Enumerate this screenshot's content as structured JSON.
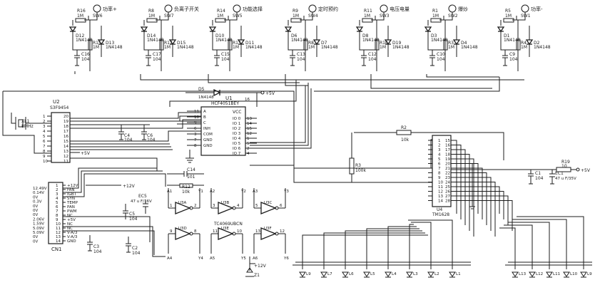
{
  "switches": [
    {
      "id": "SW6",
      "label": "功率+",
      "r": "R16",
      "rv": "1M",
      "d": "D12",
      "dv": "1N4148",
      "d2": "D13",
      "r2": "R15",
      "r2v": "1M",
      "c": "C16",
      "cv": "104"
    },
    {
      "id": "SW7",
      "label": "负离子开关",
      "r": "R8",
      "rv": "1M",
      "d": "D14",
      "dv": "1N4148",
      "d2": "D15",
      "r2": "R17",
      "r2v": "1M",
      "c": "C17",
      "cv": "104"
    },
    {
      "id": "SW5",
      "label": "功能选择",
      "r": "R14",
      "rv": "1M",
      "d": "D10",
      "dv": "1N4148",
      "d2": "D11",
      "r2": "R13",
      "r2v": "1M",
      "c": "C15",
      "cv": "104"
    },
    {
      "id": "SW4",
      "label": "定时预约",
      "r": "R9",
      "rv": "1M",
      "d": "D6",
      "dv": "1N4148",
      "d2": "D7",
      "r2": "R8",
      "r2v": "1M",
      "c": "C13",
      "cv": "104"
    },
    {
      "id": "SW3",
      "label": "电压电量",
      "r": "R11",
      "rv": "1M",
      "d": "D8",
      "dv": "1N4148",
      "d2": "D19",
      "r2": "R10",
      "r2v": "1M",
      "c": "C12",
      "cv": "104"
    },
    {
      "id": "SW2",
      "label": "爆炒",
      "r": "R1",
      "rv": "1M",
      "d": "D3",
      "dv": "1N4148",
      "d2": "D4",
      "r2": "R3",
      "r2v": "1M",
      "c": "C10",
      "cv": "104"
    },
    {
      "id": "SW1",
      "label": "功率-",
      "r": "R5",
      "rv": "1M",
      "d": "D1",
      "dv": "1N4148",
      "d2": "D2",
      "r2": "R4",
      "r2v": "1M",
      "c": "C9",
      "cv": "104"
    }
  ],
  "u1": {
    "ref": "U1",
    "part": "HCF4051BEY",
    "left_pins": [
      "A",
      "B",
      "C",
      "INH",
      "COM",
      "GND",
      "GND"
    ],
    "left_nums": [
      "11",
      "10",
      "9",
      "6",
      "3",
      "7",
      "8"
    ],
    "right_pins": [
      "IO 0",
      "IO 1",
      "IO 2",
      "IO 3",
      "IO 4",
      "IO 5",
      "IO 6",
      "IO 7"
    ],
    "right_nums": [
      "13",
      "14",
      "15",
      "12",
      "1",
      "5",
      "2",
      "4"
    ],
    "vcc_label": "VCC",
    "vcc_num": "16",
    "d5": "D5",
    "d5v": "1N4148",
    "supply": "+5V"
  },
  "u2": {
    "ref": "U2",
    "part": "S3F9454",
    "pins_left": [
      "1",
      "2",
      "3",
      "4",
      "5",
      "6",
      "7",
      "8",
      "9",
      "10"
    ],
    "pins_right": [
      "20",
      "19",
      "18",
      "17",
      "16",
      "15",
      "14",
      "13",
      "12",
      "11"
    ],
    "xtal": "XL1",
    "xtal_f": "8MHz",
    "supply": "+5V"
  },
  "caps_u2": [
    {
      "ref": "C4",
      "val": "104"
    },
    {
      "ref": "C6",
      "val": "104"
    }
  ],
  "cn1": {
    "ref": "CN1",
    "voltages": [
      "12.49V",
      "0.14V",
      "0V",
      "0.3V",
      "0V",
      "0V",
      "0V",
      "2.06V",
      "1.59V",
      "5.09V",
      "5.09V",
      "0V",
      "0V"
    ],
    "nets": [
      "+12V",
      "FAN",
      "IGBT",
      "SYN",
      "TEMP",
      "PAN",
      "PWM",
      "NC",
      "+5V",
      "NC",
      "NC",
      "V-A/3",
      "V-A/3",
      "GND"
    ],
    "supply": "+12V"
  },
  "u3": {
    "ref": "TC4069UBCN",
    "gates": [
      "U3A",
      "U3B",
      "U3C",
      "U3D",
      "U3E",
      "U3F"
    ],
    "pins_top": [
      "1",
      "2",
      "3",
      "4",
      "5",
      "6"
    ],
    "pins_bot": [
      "9",
      "8",
      "11",
      "10",
      "13",
      "12"
    ],
    "nodes_top": [
      "A1",
      "Y1",
      "A2",
      "Y2",
      "A3",
      "Y3"
    ],
    "nodes_bot": [
      "A4",
      "Y4",
      "A5",
      "Y5",
      "A6",
      "Y6"
    ],
    "r12": "R12",
    "r12v": "10k",
    "c14": "C14",
    "c14v": "101",
    "ec5": "EC5",
    "ec5v": "47 u F/16V",
    "c5": "C5",
    "c5v": "104",
    "c3": "C3",
    "c3v": "104",
    "c2": "C2",
    "c2v": "104",
    "z1": "Z1",
    "supply": "+12V"
  },
  "u4": {
    "ref": "U4",
    "part": "TM1628",
    "pins_left": [
      "1",
      "2",
      "3",
      "4",
      "5",
      "6",
      "7",
      "8",
      "9",
      "10",
      "11",
      "12",
      "13",
      "14"
    ],
    "pins_right": [
      "15",
      "16",
      "17",
      "18",
      "19",
      "20",
      "21",
      "22",
      "23",
      "24",
      "25",
      "26",
      "27",
      "28"
    ],
    "r2": "R2",
    "r2v": "10k",
    "r3": "R3",
    "r3v": "100k",
    "r19": "R19",
    "r19v": "10",
    "c1": "C1",
    "c1v": "104",
    "ec1": "EC1",
    "ec1v": "47 u F/35V",
    "supply": "+5V"
  },
  "leds_left": [
    "L9",
    "L7",
    "L6",
    "L5",
    "L4",
    "L3",
    "L2",
    "L1"
  ],
  "leds_right": [
    "L13",
    "L12",
    "L11",
    "L10",
    "L9"
  ]
}
